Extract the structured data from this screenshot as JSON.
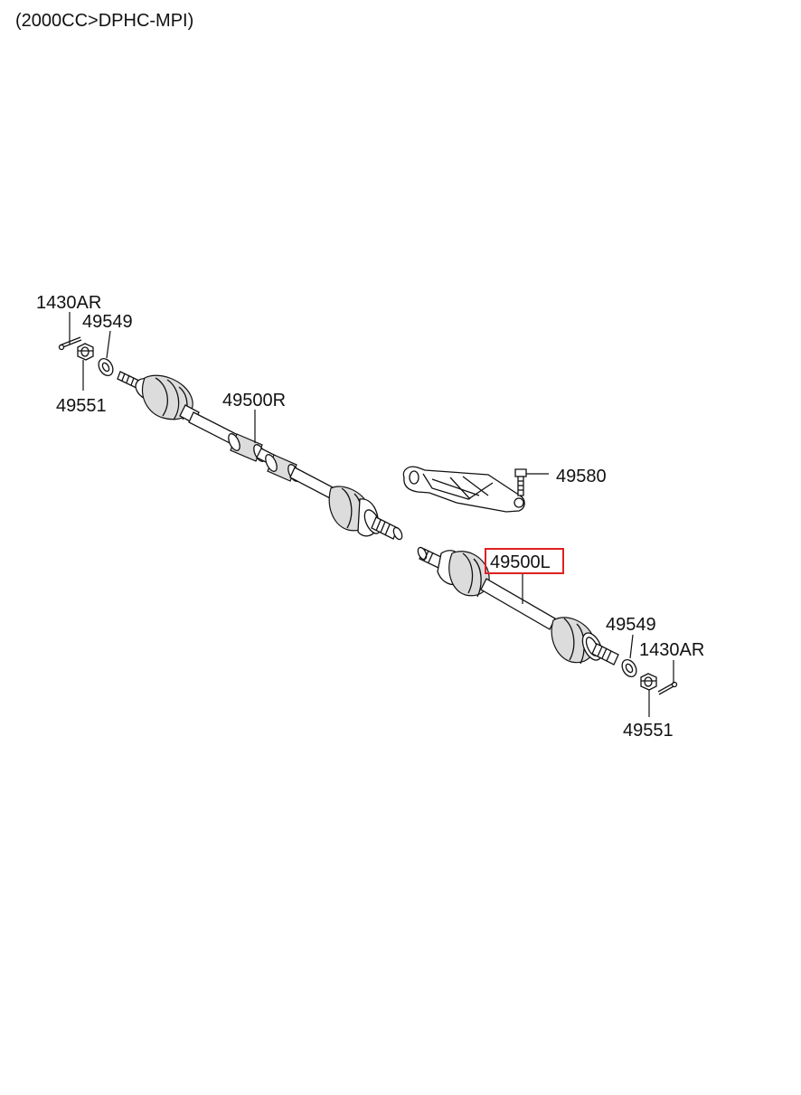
{
  "caption": "(2000CC>DPHC-MPI)",
  "labels": {
    "cotter_pin_right": "1430AR",
    "washer_right": "49549",
    "nut_right": "49551",
    "shaft_right": "49500R",
    "bracket": "49580",
    "shaft_left": "49500L",
    "washer_left": "49549",
    "cotter_pin_left": "1430AR",
    "nut_left": "49551"
  },
  "highlight_color": "#e02020"
}
